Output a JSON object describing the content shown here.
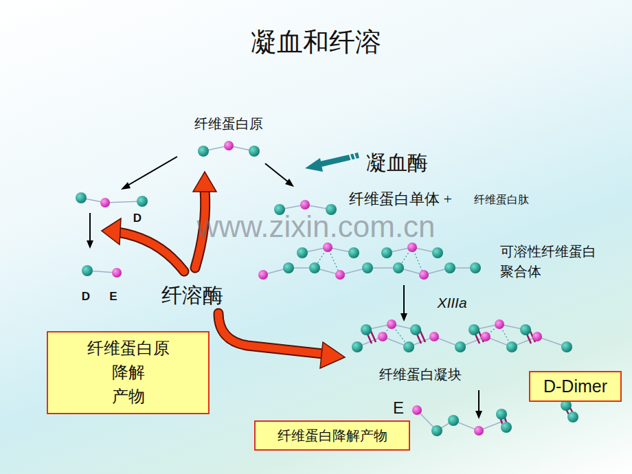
{
  "diagram": {
    "title": "凝血和纤溶",
    "nodes": [
      {
        "text": [
          "纤维蛋白原 降解 产物"
        ]
      },
      {
        "text": [
          "纤维蛋白降解产物"
        ]
      },
      {
        "text": [
          "D-Dimer"
        ]
      }
    ],
    "labels": [
      "纤维蛋白原",
      "凝血酶",
      "纤维蛋白单体 +",
      "纤维蛋白肽",
      "D",
      "D",
      "E",
      "可溶性纤维蛋白 聚合体",
      "纤溶酶",
      "XIIIa",
      "纤维蛋白凝块",
      "E",
      "www.zixin.com.cn"
    ]
  }
}
